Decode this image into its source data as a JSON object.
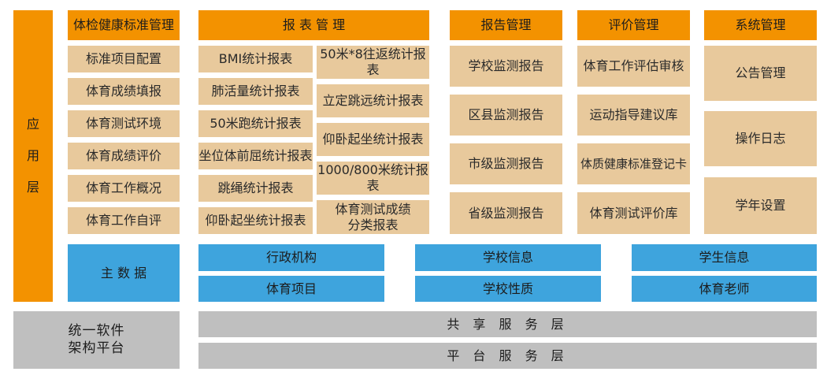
{
  "app_layer": {
    "chars": [
      "应",
      "用",
      "层"
    ]
  },
  "modules": {
    "health_standard": {
      "title": "体检健康标准管理",
      "items": [
        "标准项目配置",
        "体育成绩填报",
        "体育测试环境",
        "体育成绩评价",
        "体育工作概况",
        "体育工作自评"
      ]
    },
    "report_mgmt": {
      "title": "报 表 管 理",
      "left_items": [
        "BMI统计报表",
        "肺活量统计报表",
        "50米跑统计报表",
        "坐位体前屈统计报表",
        "跳绳统计报表",
        "仰卧起坐统计报表"
      ],
      "right_items": [
        "50米*8往返统计报表",
        "立定跳远统计报表",
        "仰卧起坐统计报表",
        "1000/800米统计报表",
        "体育测试成绩\n分类报表"
      ]
    },
    "report": {
      "title": "报告管理",
      "items": [
        "学校监测报告",
        "区县监测报告",
        "市级监测报告",
        "省级监测报告"
      ]
    },
    "evaluation": {
      "title": "评价管理",
      "items": [
        "体育工作评估审核",
        "运动指导建议库",
        "体质健康标准登记卡",
        "体育测试评价库"
      ]
    },
    "system": {
      "title": "系统管理",
      "items": [
        "公告管理",
        "操作日志",
        "学年设置"
      ]
    }
  },
  "master_data": {
    "label": "主 数 据",
    "items": [
      "行政机构",
      "学校信息",
      "学生信息",
      "体育项目",
      "学校性质",
      "体育老师"
    ]
  },
  "platform": {
    "label": "统一软件\n架构平台",
    "shared_services": "共 享 服 务 层",
    "platform_services": "平 台 服 务 层"
  },
  "colors": {
    "orange": "#f39200",
    "beige": "#e8c99c",
    "blue": "#3ea4dd",
    "gray": "#bfbfbf"
  }
}
